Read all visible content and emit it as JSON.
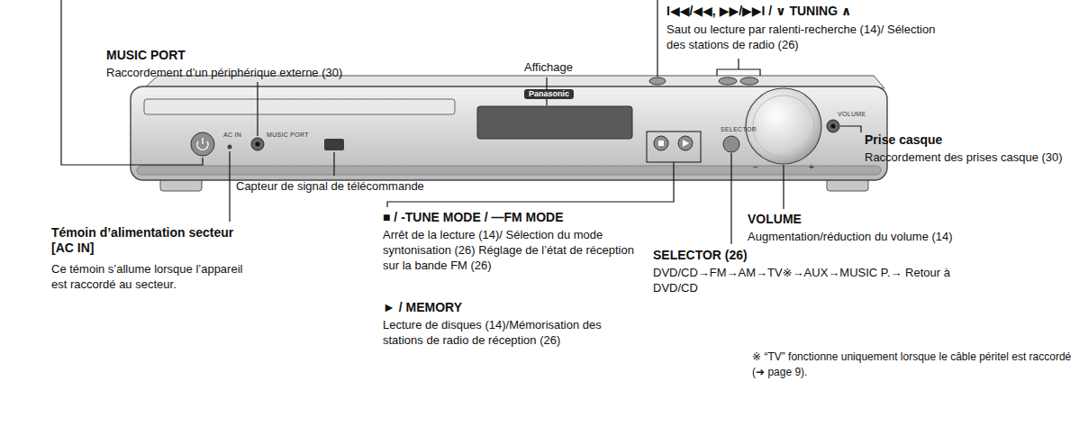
{
  "diagram": {
    "labels": [
      "MUSIC PORT",
      "Raccordement d’un périphérique externe (30)",
      "Affichage",
      "I◀◀/◀◀, ▶▶/▶▶I / ∨ TUNING ∧",
      "Saut ou lecture par ralenti-recherche (14)/ Sélection des stations de radio (26)",
      "Prise casque",
      "Raccordement des prises casque (30)",
      "Capteur de signal de télécommande",
      "VOLUME",
      "Augmentation/réduction du volume (14)",
      "Témoin d’alimentation secteur [AC IN]",
      "Ce témoin s’allume lorsque l’appareil est raccordé au secteur.",
      "■ / -TUNE MODE / —FM MODE",
      "Arrêt de la lecture (14)/ Sélection du mode syntonisation (26) Réglage de l’état de réception sur la bande FM (26)",
      "SELECTOR (26)",
      "DVD/CD→FM→AM→TV※→AUX→MUSIC P.→ Retour à DVD/CD",
      "► / MEMORY",
      "Lecture de disques (14)/Mémorisation des stations de radio de réception (26)",
      "※ “TV” fonctionne uniquement lorsque le câble péritel est raccordé (➜ page 9).",
      "Panasonic",
      "AC IN",
      "MUSIC PORT",
      "SELECTOR",
      "VOLUME",
      "−",
      "+"
    ]
  }
}
